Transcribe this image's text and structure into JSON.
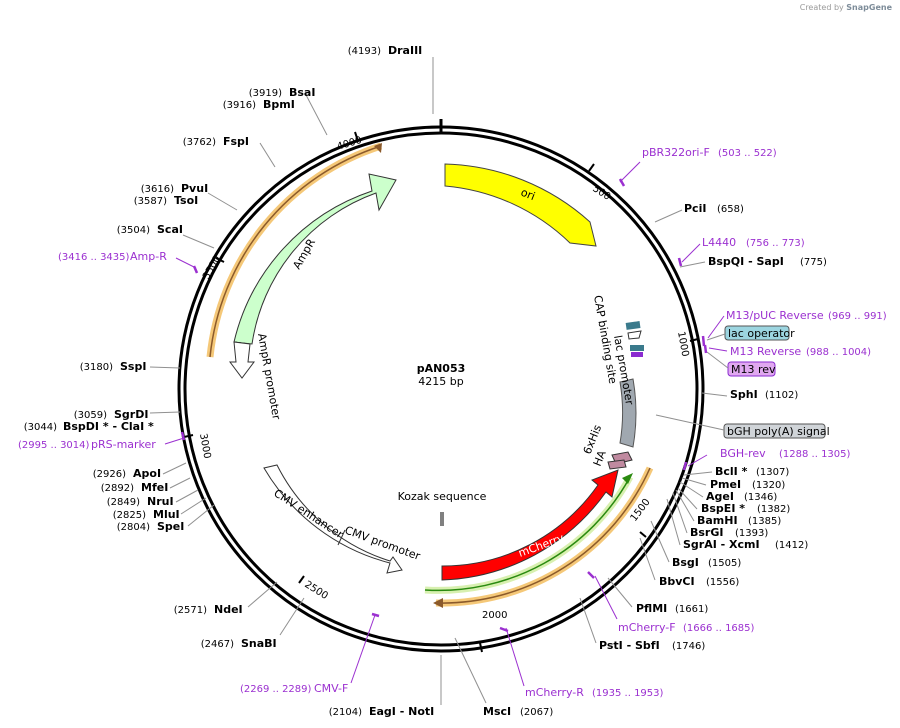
{
  "credit": {
    "prefix": "Created by",
    "brand": "SnapGene"
  },
  "plasmid": {
    "name": "pAN053",
    "length_label": "4215 bp"
  },
  "ticks": [
    "500",
    "1000",
    "1500",
    "2000",
    "2500",
    "3000",
    "3500",
    "4000"
  ],
  "features": [
    {
      "id": "ori",
      "label": "ori",
      "color": "#ffff00"
    },
    {
      "id": "ampr",
      "label": "AmpR",
      "color": "#ccffcc"
    },
    {
      "id": "ampr-promoter",
      "label": "AmpR promoter",
      "color": "#ffffff"
    },
    {
      "id": "cmv-enhancer",
      "label": "CMV enhancer",
      "color": "#ffffff"
    },
    {
      "id": "cmv-promoter",
      "label": "CMV promoter",
      "color": "#ffffff"
    },
    {
      "id": "mcherry",
      "label": "mCherry",
      "color": "#ff0000"
    },
    {
      "id": "bgh-polya",
      "label": "bGH poly(A) signal",
      "color": "#a0a8b0"
    },
    {
      "id": "kozak",
      "label": "Kozak sequence",
      "color": "#808080"
    },
    {
      "id": "lac-promoter",
      "label": "lac promoter",
      "color": "#3a7a8c"
    },
    {
      "id": "cap-site",
      "label": "CAP binding site",
      "color": "#3a7a8c"
    },
    {
      "id": "lac-operator",
      "label": "lac operator",
      "color": "#9cd5e0"
    },
    {
      "id": "m13-rev",
      "label": "M13 rev",
      "color": "#e0a8f0"
    },
    {
      "id": "his",
      "label": "6xHis",
      "color": "#c08aa0"
    },
    {
      "id": "ha",
      "label": "HA",
      "color": "#c08aa0"
    }
  ],
  "enzymes": [
    {
      "name": "DraIII",
      "pos": "(4193)"
    },
    {
      "name": "BsaI",
      "pos": "(3919)"
    },
    {
      "name": "BpmI",
      "pos": "(3916)"
    },
    {
      "name": "FspI",
      "pos": "(3762)"
    },
    {
      "name": "PvuI",
      "pos": "(3616)"
    },
    {
      "name": "TsoI",
      "pos": "(3587)"
    },
    {
      "name": "ScaI",
      "pos": "(3504)"
    },
    {
      "name": "SspI",
      "pos": "(3180)"
    },
    {
      "name": "SgrDI",
      "pos": "(3059)"
    },
    {
      "name": "BspDI *  - ClaI *",
      "pos": "(3044)"
    },
    {
      "name": "ApoI",
      "pos": "(2926)"
    },
    {
      "name": "MfeI",
      "pos": "(2892)"
    },
    {
      "name": "NruI",
      "pos": "(2849)"
    },
    {
      "name": "MluI",
      "pos": "(2825)"
    },
    {
      "name": "SpeI",
      "pos": "(2804)"
    },
    {
      "name": "NdeI",
      "pos": "(2571)"
    },
    {
      "name": "SnaBI",
      "pos": "(2467)"
    },
    {
      "name": "EagI  - NotI",
      "pos": "(2104)"
    },
    {
      "name": "MscI",
      "pos": "(2067)"
    },
    {
      "name": "PciI",
      "pos": "(658)"
    },
    {
      "name": "BspQI  - SapI",
      "pos": "(775)"
    },
    {
      "name": "SphI",
      "pos": "(1102)"
    },
    {
      "name": "BclI *",
      "pos": "(1307)"
    },
    {
      "name": "PmeI",
      "pos": "(1320)"
    },
    {
      "name": "AgeI",
      "pos": "(1346)"
    },
    {
      "name": "BspEI *",
      "pos": "(1382)"
    },
    {
      "name": "BamHI",
      "pos": "(1385)"
    },
    {
      "name": "BsrGI",
      "pos": "(1393)"
    },
    {
      "name": "SgrAI  - XcmI",
      "pos": "(1412)"
    },
    {
      "name": "BsgI",
      "pos": "(1505)"
    },
    {
      "name": "BbvCI",
      "pos": "(1556)"
    },
    {
      "name": "PflMI",
      "pos": "(1661)"
    },
    {
      "name": "PstI  - SbfI",
      "pos": "(1746)"
    }
  ],
  "primers": [
    {
      "name": "pBR322ori-F",
      "range": "(503 .. 522)"
    },
    {
      "name": "L4440",
      "range": "(756 .. 773)"
    },
    {
      "name": "M13/pUC Reverse",
      "range": "(969 .. 991)"
    },
    {
      "name": "M13 Reverse",
      "range": "(988 .. 1004)"
    },
    {
      "name": "BGH-rev",
      "range": "(1288 .. 1305)"
    },
    {
      "name": "mCherry-F",
      "range": "(1666 .. 1685)"
    },
    {
      "name": "mCherry-R",
      "range": "(1935 .. 1953)"
    },
    {
      "name": "CMV-F",
      "range": "(2269 .. 2289)"
    },
    {
      "name": "Amp-R",
      "range": "(3416 .. 3435)"
    },
    {
      "name": "pRS-marker",
      "range": "(2995 .. 3014)"
    }
  ],
  "colors": {
    "backbone": "#000000",
    "primer": "#9b30d0",
    "leader": "#909090"
  }
}
